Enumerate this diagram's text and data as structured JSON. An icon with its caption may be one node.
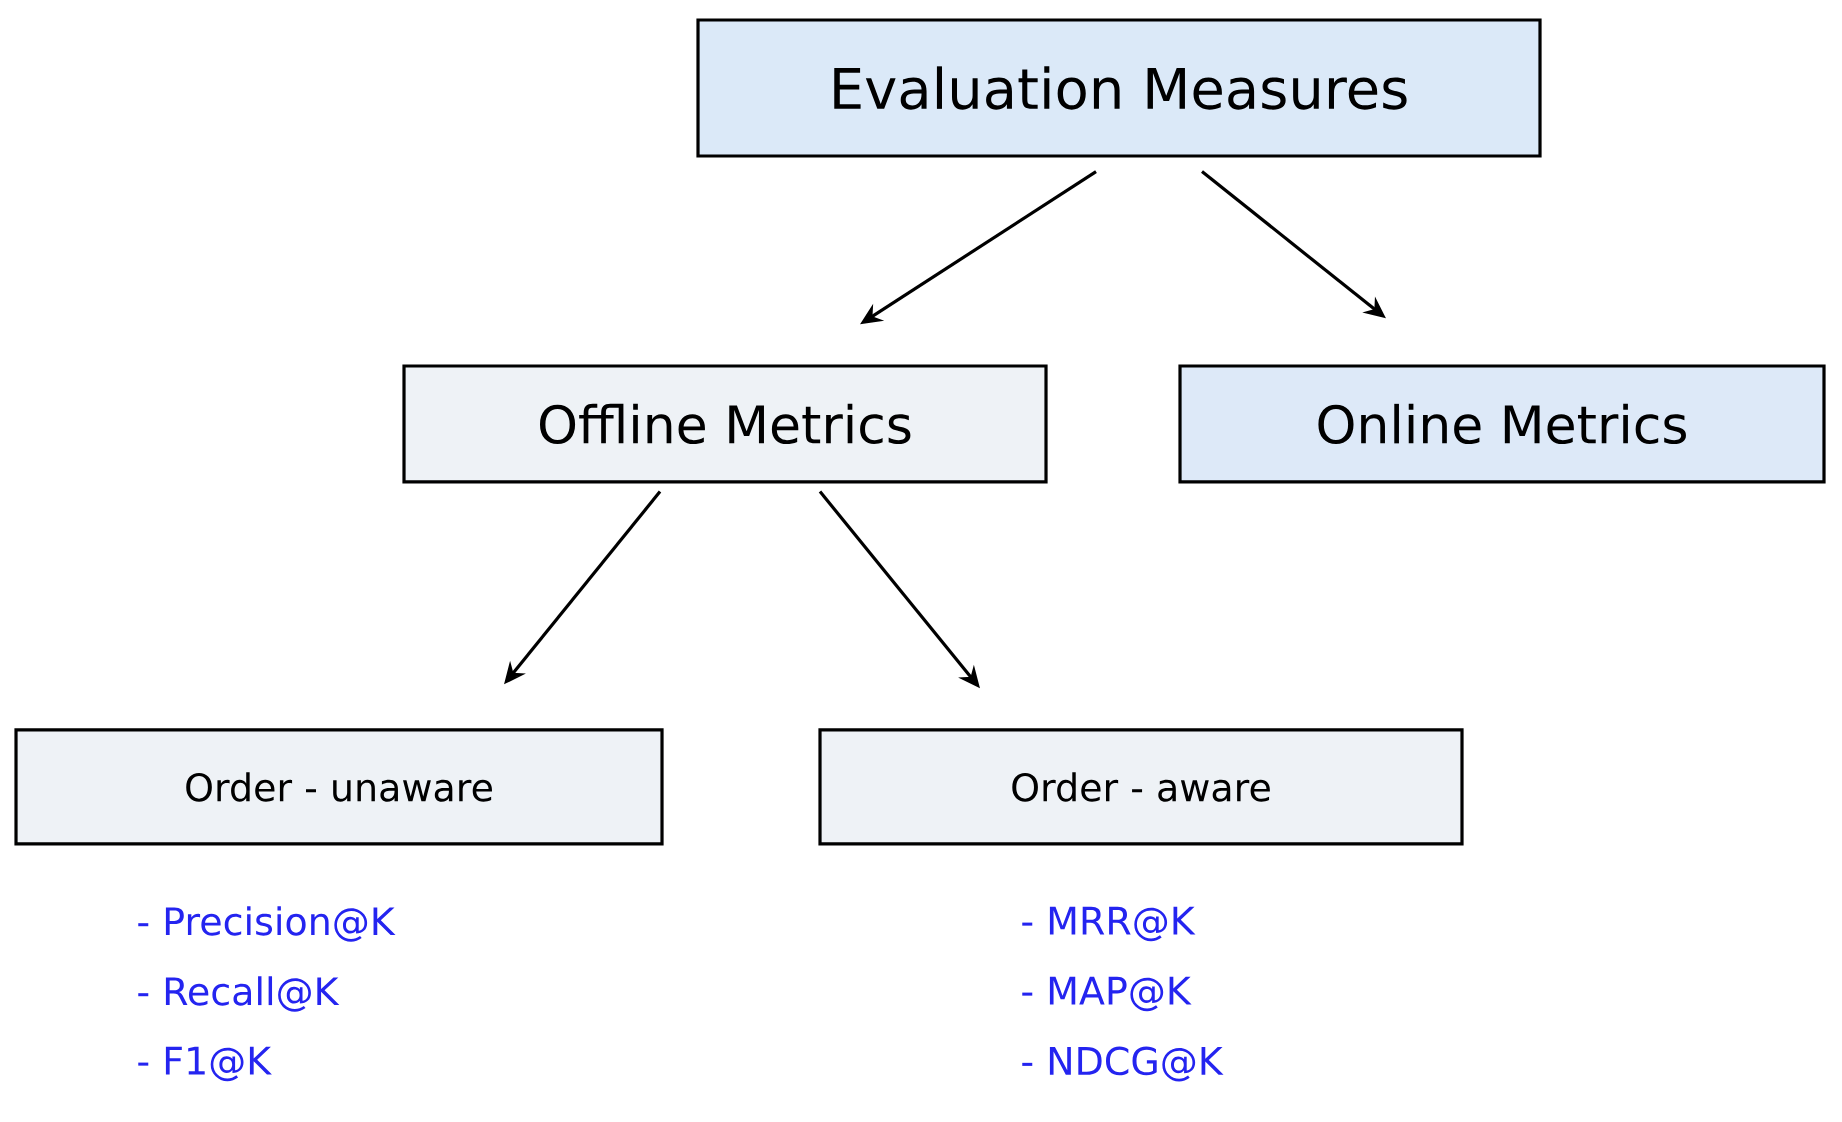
{
  "diagram": {
    "nodes": [
      {
        "text": [
          "Evaluation Measures"
        ]
      },
      {
        "text": [
          "Offline Metrics"
        ]
      },
      {
        "text": [
          "Online Metrics"
        ]
      },
      {
        "text": [
          "Order - unaware"
        ],
        "beside": [
          "- Precision@K",
          "- Recall@K",
          "- F1@K"
        ]
      },
      {
        "text": [
          "Order - aware"
        ],
        "beside": [
          "- MRR@K",
          "- MAP@K",
          "- NDCG@K"
        ]
      }
    ],
    "edges": [
      {
        "from": 0,
        "to": 1,
        "arrow": "to"
      },
      {
        "from": 0,
        "to": 2,
        "arrow": "to"
      },
      {
        "from": 1,
        "to": 3,
        "arrow": "to"
      },
      {
        "from": 1,
        "to": 4,
        "arrow": "to"
      }
    ]
  }
}
